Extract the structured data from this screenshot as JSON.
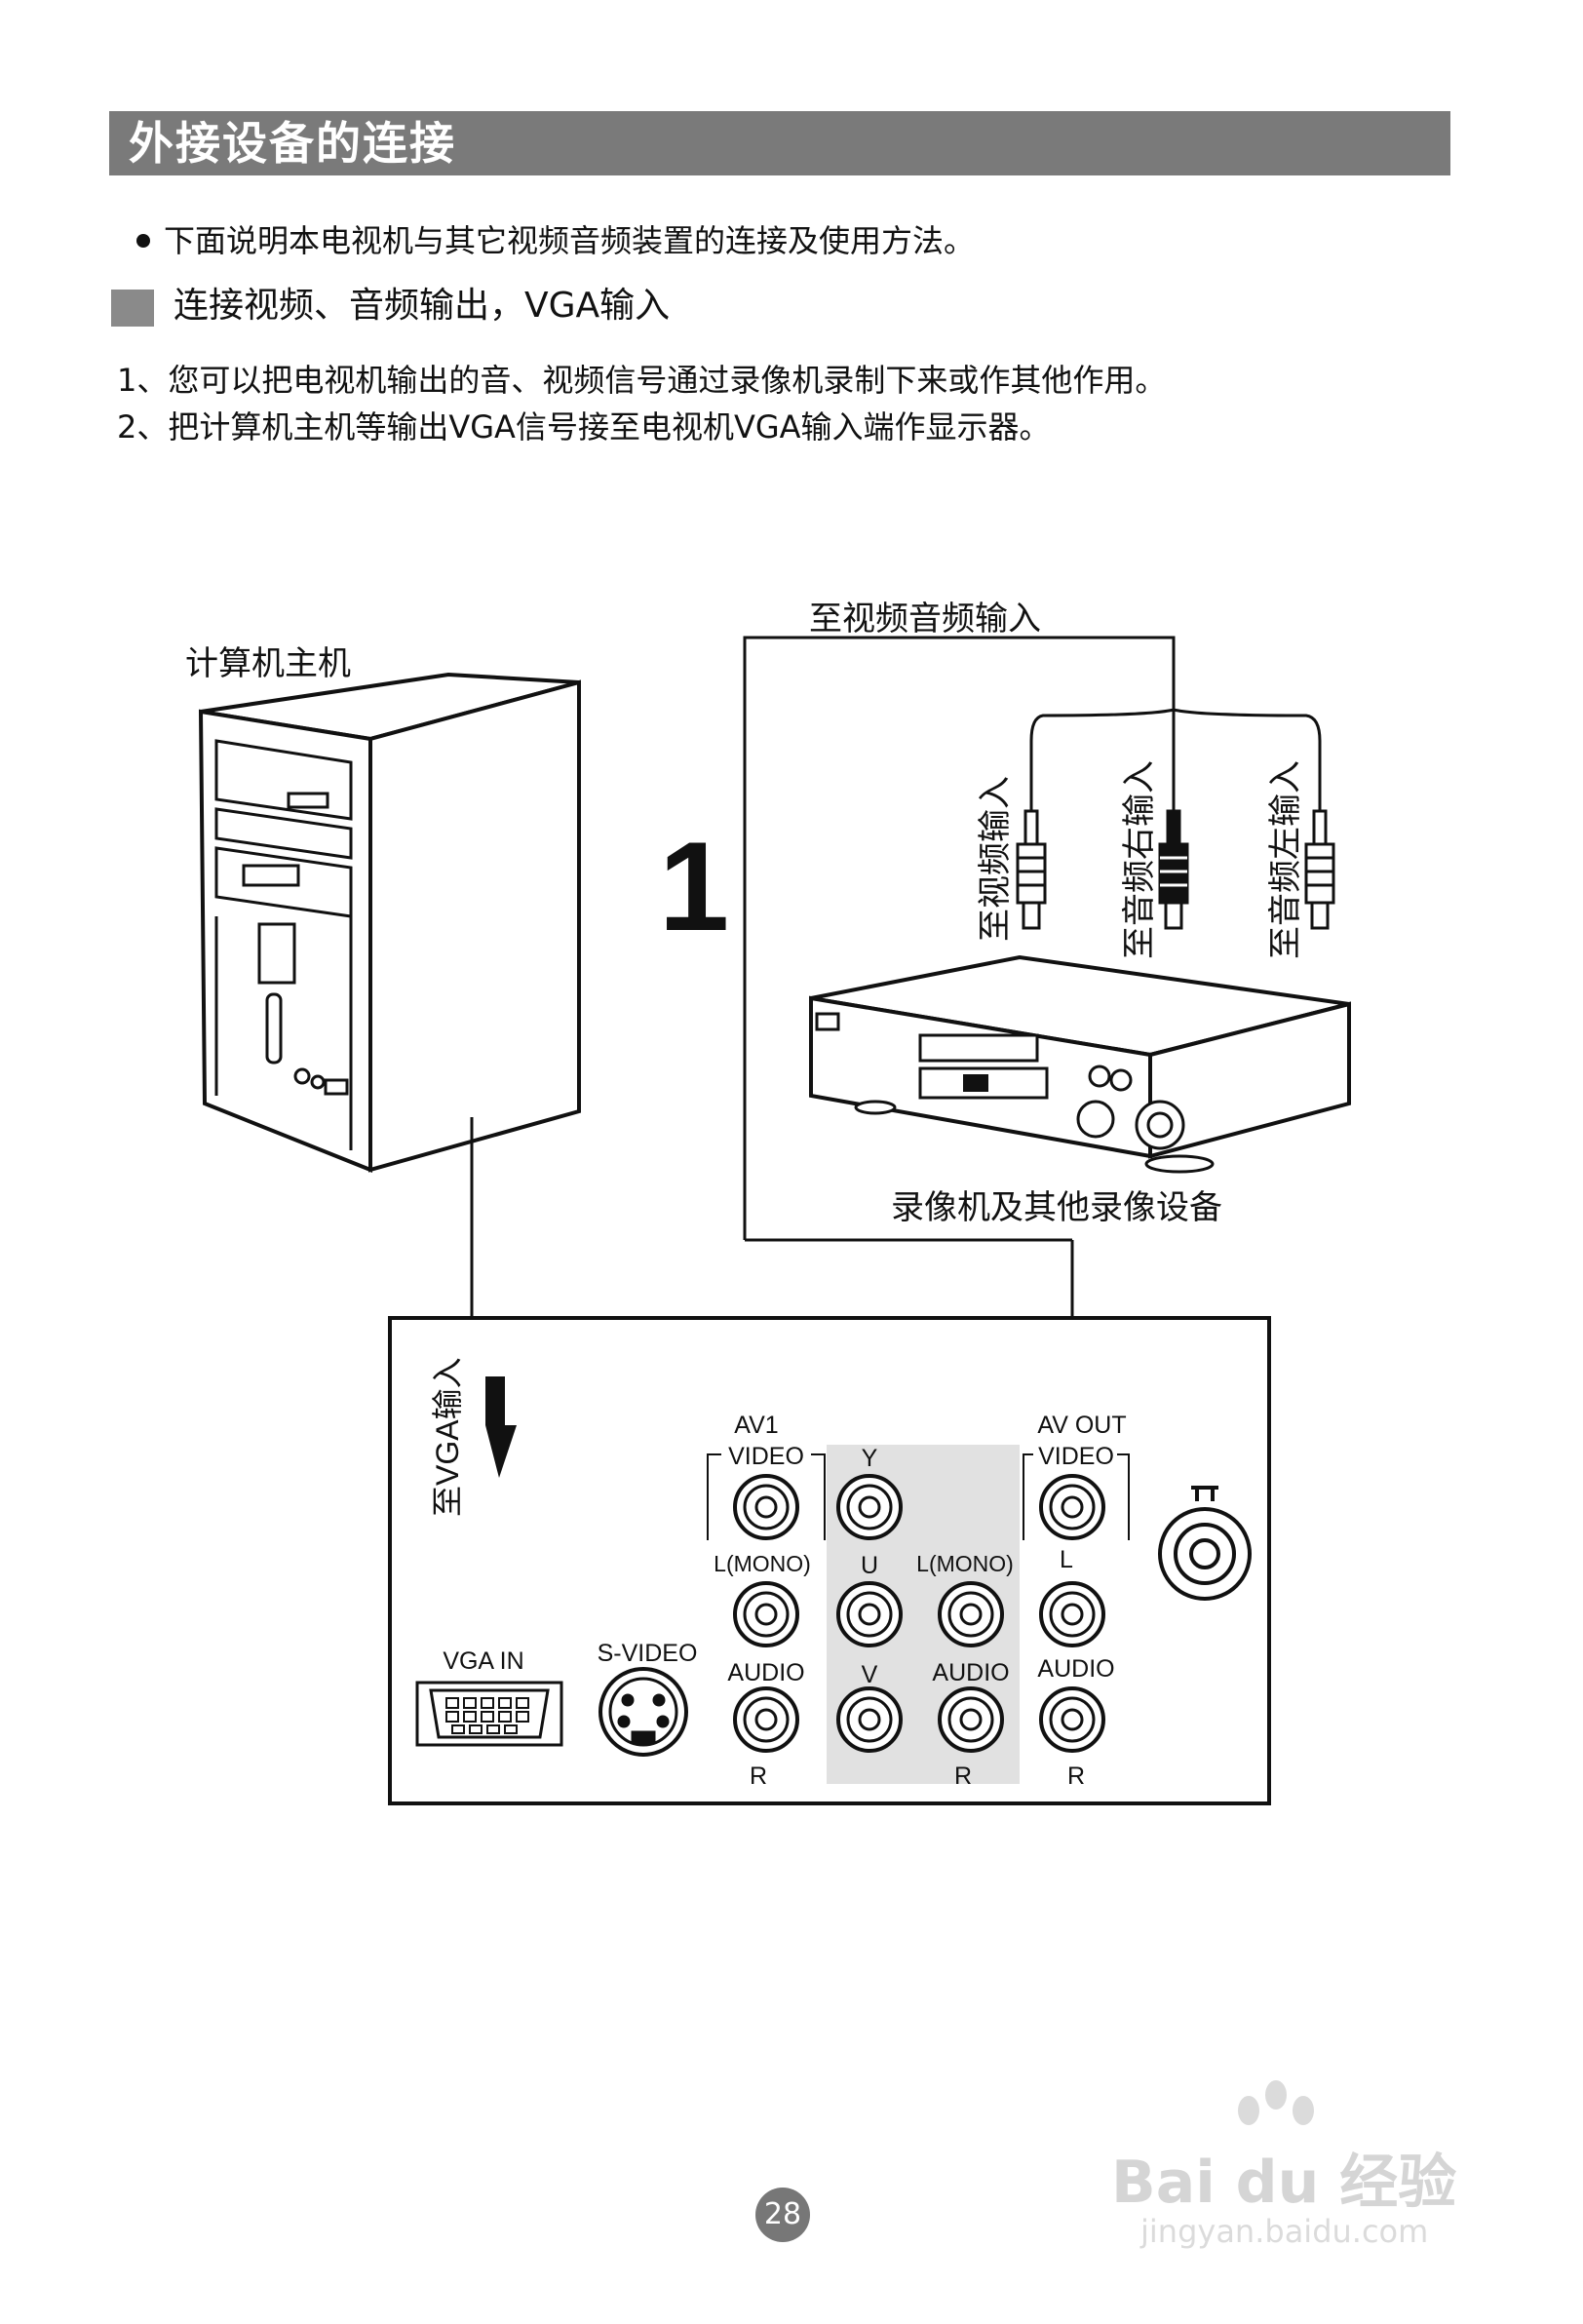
{
  "header": {
    "title": "外接设备的连接"
  },
  "intro": {
    "bullet": "下面说明本电视机与其它视频音频装置的连接及使用方法。"
  },
  "section": {
    "title": "连接视频、音频输出，VGA输入"
  },
  "steps": [
    "1、您可以把电视机输出的音、视频信号通过录像机录制下来或作其他作用。",
    "2、把计算机主机等输出VGA信号接至电视机VGA输入端作显示器。"
  ],
  "diagram": {
    "computer_label": "计算机主机",
    "av_input_label": "至视频音频输入",
    "plug_labels": [
      "至视频输入",
      "至音频右输入",
      "至音频左输入"
    ],
    "step_number": "1",
    "recorder_label": "录像机及其他录像设备",
    "vga_input_label": "至VGA输入",
    "panel": {
      "av1": "AV1",
      "av_out": "AV OUT",
      "video": "VIDEO",
      "y": "Y",
      "u": "U",
      "v": "V",
      "l_mono": "L(MONO)",
      "l": "L",
      "audio": "AUDIO",
      "r": "R",
      "vga_in": "VGA IN",
      "s_video": "S-VIDEO",
      "antenna_icon": "antenna-icon"
    }
  },
  "footer": {
    "page_number": "28",
    "watermark_brand": "Bai du 经验",
    "watermark_url": "jingyan.baidu.com"
  }
}
